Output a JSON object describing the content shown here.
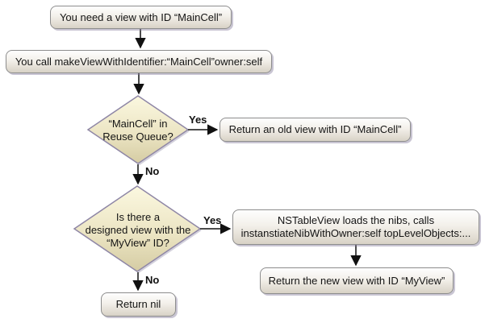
{
  "diagram": {
    "title": "NSTableView makeViewWithIdentifier flowchart",
    "nodes": {
      "need_view": "You need a view with ID “MainCell”",
      "call_make": "You call makeViewWithIdentifier:“MainCell”owner:self",
      "decision_reuse": "“MainCell” in\nReuse Queue?",
      "return_old": "Return an old view with ID “MainCell”",
      "decision_designed": "Is there a\ndesigned view with the\n“MyView” ID?",
      "load_nib": "NSTableView loads the nibs, calls\ninstanstiateNibWithOwner:self topLevelObjects:...",
      "return_new": "Return the new view with ID “MyView”",
      "return_nil": "Return nil"
    },
    "edge_labels": {
      "yes1": "Yes",
      "no1": "No",
      "yes2": "Yes",
      "no2": "No"
    },
    "edges": [
      {
        "from": "need_view",
        "to": "call_make",
        "label": ""
      },
      {
        "from": "call_make",
        "to": "decision_reuse",
        "label": ""
      },
      {
        "from": "decision_reuse",
        "to": "return_old",
        "label": "Yes"
      },
      {
        "from": "decision_reuse",
        "to": "decision_designed",
        "label": "No"
      },
      {
        "from": "decision_designed",
        "to": "load_nib",
        "label": "Yes"
      },
      {
        "from": "decision_designed",
        "to": "return_nil",
        "label": "No"
      },
      {
        "from": "load_nib",
        "to": "return_new",
        "label": ""
      }
    ],
    "colors": {
      "background": "#ffffff",
      "box_gradient_top": "#fefefe",
      "box_gradient_bottom": "#d8d2c6",
      "box_border": "#8d8d8d",
      "diamond_gradient_top": "#fbf8e0",
      "diamond_gradient_bottom": "#d5cca3",
      "diamond_border": "#8f87a6",
      "arrow": "#111111",
      "shadow": "rgba(136,127,158,0.45)",
      "text": "#141414"
    }
  }
}
